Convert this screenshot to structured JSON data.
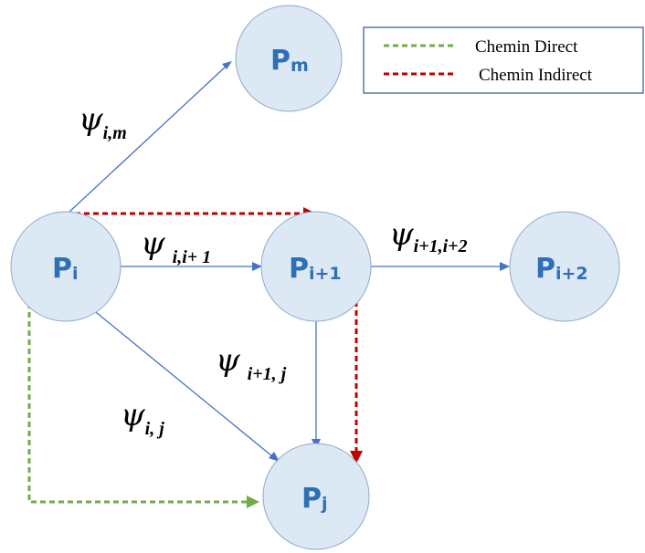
{
  "nodes": [
    {
      "id": "pm",
      "main": "P",
      "sub": "m"
    },
    {
      "id": "pi",
      "main": "P",
      "sub": "i"
    },
    {
      "id": "pi1",
      "main": "P",
      "sub": "i+1"
    },
    {
      "id": "pi2",
      "main": "P",
      "sub": "i+2"
    },
    {
      "id": "pj",
      "main": "P",
      "sub": "j"
    }
  ],
  "edge_labels": [
    {
      "id": "psi-i-m",
      "symbol": "ψ",
      "sub": "i,m"
    },
    {
      "id": "psi-i-i1",
      "symbol": "ψ",
      "sub": "i,i+ 1"
    },
    {
      "id": "psi-i1-i2",
      "symbol": "ψ",
      "sub": "i+1,i+2"
    },
    {
      "id": "psi-i1-j",
      "symbol": "ψ",
      "sub": "i+1, j"
    },
    {
      "id": "psi-i-j",
      "symbol": "ψ",
      "sub": "i, j"
    }
  ],
  "legend": {
    "direct": {
      "label": "Chemin Direct",
      "color": "#70ad47"
    },
    "indirect": {
      "label": "Chemin Indirect",
      "color": "#c00000"
    }
  },
  "colors": {
    "node_fill": "#dde8f5",
    "node_text": "#2e6fb5",
    "edge": "#4472c4"
  }
}
